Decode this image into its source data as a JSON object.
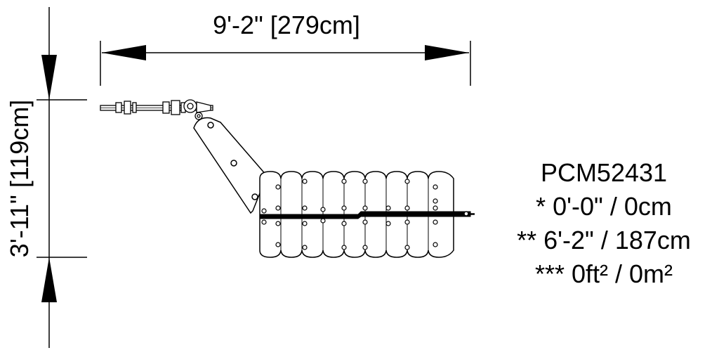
{
  "dimensions": {
    "width_label": "9'-2\" [279cm]",
    "height_label": "3'-11\" [119cm]"
  },
  "info": {
    "model": "PCM52431",
    "line1": "* 0'-0\" / 0cm",
    "line2": "** 6'-2\" / 187cm",
    "line3": "*** 0ft² / 0m²"
  },
  "colors": {
    "line": "#000000",
    "background": "#ffffff"
  }
}
